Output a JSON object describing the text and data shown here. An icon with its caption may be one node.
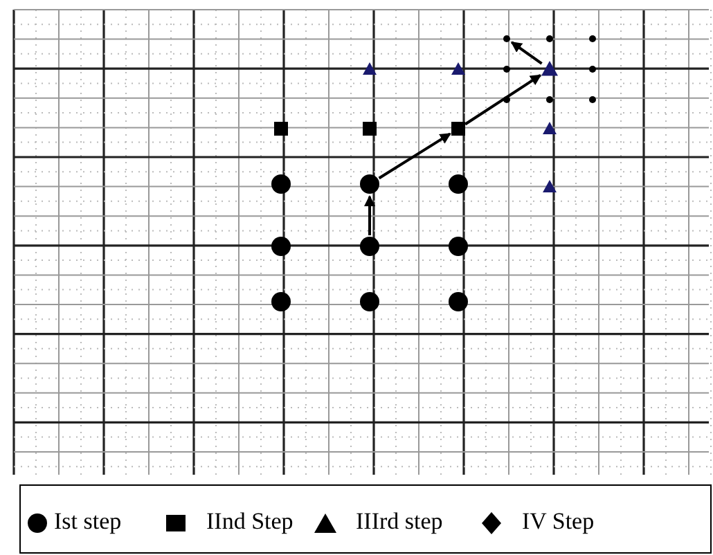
{
  "diagram": {
    "nodes": [
      {
        "text": [],
        "shape": "circle"
      },
      {
        "text": [],
        "shape": "circle"
      },
      {
        "text": [],
        "shape": "circle"
      },
      {
        "text": [],
        "shape": "triangle"
      },
      {
        "text": [],
        "shape": "triangle"
      },
      {
        "text": [],
        "shape": "circle"
      },
      {
        "text": [],
        "shape": "triangle"
      },
      {
        "text": [],
        "shape": "circle"
      },
      {
        "text": [],
        "shape": "circle"
      },
      {
        "text": [],
        "shape": "circle"
      },
      {
        "text": [],
        "shape": "circle"
      },
      {
        "text": [],
        "shape": "box"
      },
      {
        "text": [],
        "shape": "box"
      },
      {
        "text": [],
        "shape": "box"
      },
      {
        "text": [],
        "shape": "triangle"
      },
      {
        "text": [],
        "shape": "circle"
      },
      {
        "text": [],
        "shape": "circle"
      },
      {
        "text": [],
        "shape": "circle"
      },
      {
        "text": [],
        "shape": "triangle"
      },
      {
        "text": [],
        "shape": "circle"
      },
      {
        "text": [],
        "shape": "circle"
      },
      {
        "text": [],
        "shape": "circle"
      },
      {
        "text": [],
        "shape": "circle"
      },
      {
        "text": [],
        "shape": "circle"
      },
      {
        "text": [],
        "shape": "circle"
      }
    ],
    "edges": [
      {
        "from": 20,
        "to": 16,
        "arrow": "to"
      },
      {
        "from": 16,
        "to": 13,
        "arrow": "to"
      },
      {
        "from": 13,
        "to": 6,
        "arrow": "to"
      },
      {
        "from": 6,
        "to": 0,
        "arrow": "to"
      }
    ],
    "legend": [
      {
        "text": "Ist step"
      },
      {
        "text": "IInd Step"
      },
      {
        "text": "IIIrd step"
      },
      {
        "text": "IV Step"
      }
    ]
  }
}
